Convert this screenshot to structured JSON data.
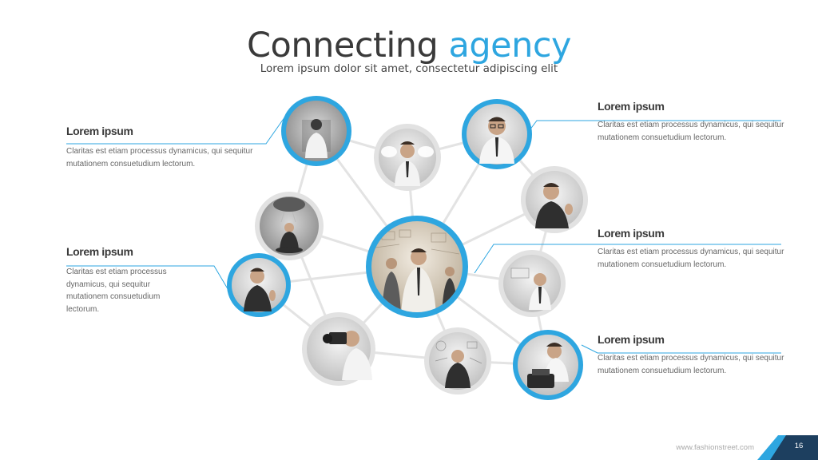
{
  "slide": {
    "title_main": "Connecting",
    "title_accent": "agency",
    "subtitle": "Lorem ipsum dolor sit amet, consectetur adipiscing elit",
    "page_number": "16",
    "website": "www.fashionstreet.com"
  },
  "colors": {
    "accent": "#2ea6e0",
    "gray_ring": "#e2e2e2",
    "connector": "#e3e3e3",
    "footer_dark": "#1d3f5f"
  },
  "blocks": [
    {
      "heading": "Lorem ipsum",
      "body": "Claritas est etiam processus dynamicus, qui sequitur mutationem consuetudium lectorum."
    },
    {
      "heading": "Lorem ipsum",
      "body": "Claritas est etiam processus dynamicus, qui sequitur mutationem consuetudium lectorum."
    },
    {
      "heading": "Lorem ipsum",
      "body": "Claritas est etiam processus dynamicus, qui sequitur mutationem consuetudium lectorum."
    },
    {
      "heading": "Lorem ipsum",
      "body": "Claritas est etiam processus dynamicus, qui sequitur mutationem consuetudium lectorum."
    },
    {
      "heading": "Lorem ipsum",
      "body": "Claritas est etiam processus dynamicus, qui sequitur mutationem consuetudium lectorum."
    }
  ]
}
